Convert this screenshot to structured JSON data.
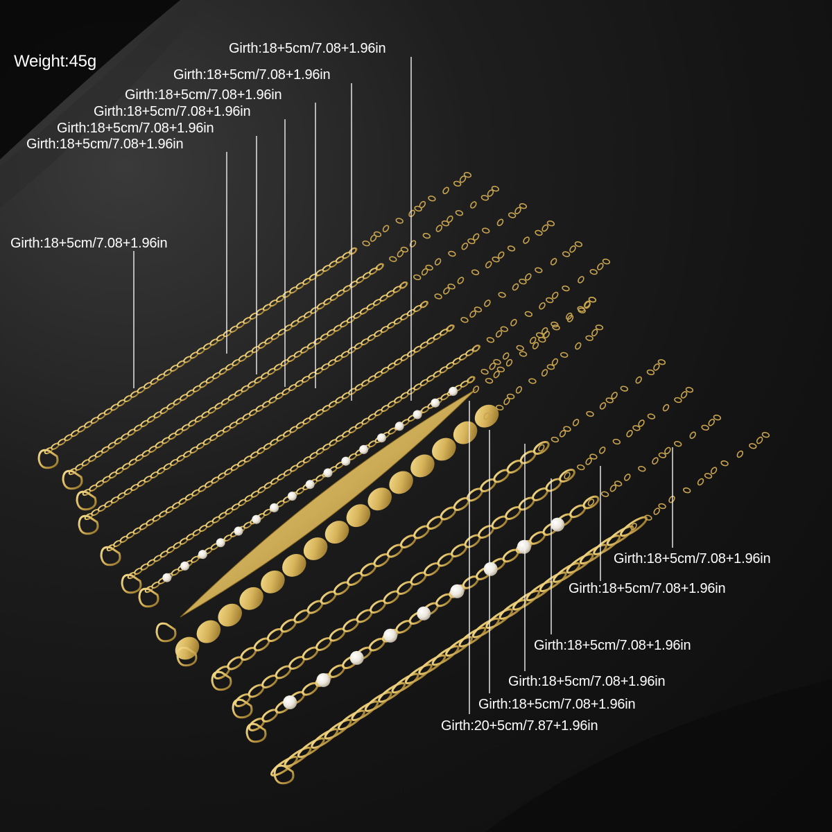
{
  "weight_text": "Weight:45g",
  "girth_labels": [
    "Girth:18+5cm/7.08+1.96in",
    "Girth:18+5cm/7.08+1.96in",
    "Girth:18+5cm/7.08+1.96in",
    "Girth:18+5cm/7.08+1.96in",
    "Girth:18+5cm/7.08+1.96in",
    "Girth:18+5cm/7.08+1.96in",
    "Girth:18+5cm/7.08+1.96in",
    "Girth:18+5cm/7.08+1.96in",
    "Girth:18+5cm/7.08+1.96in",
    "Girth:18+5cm/7.08+1.96in",
    "Girth:18+5cm/7.08+1.96in",
    "Girth:18+5cm/7.08+1.96in",
    "Girth:20+5cm/7.87+1.96in"
  ],
  "colors": {
    "background": "#141414",
    "gold": "#d6b35a",
    "gold_dark": "#8a6a22",
    "pearl": "#f2efe8",
    "label_text": "#ffffff"
  },
  "chain_styles": [
    "rope",
    "curb",
    "paperclip-oval",
    "twist",
    "figaro",
    "curb",
    "pearl",
    "herringbone-twist",
    "watch-band",
    "figaro-oval",
    "curb-large",
    "pearl-large",
    "paperclip"
  ]
}
